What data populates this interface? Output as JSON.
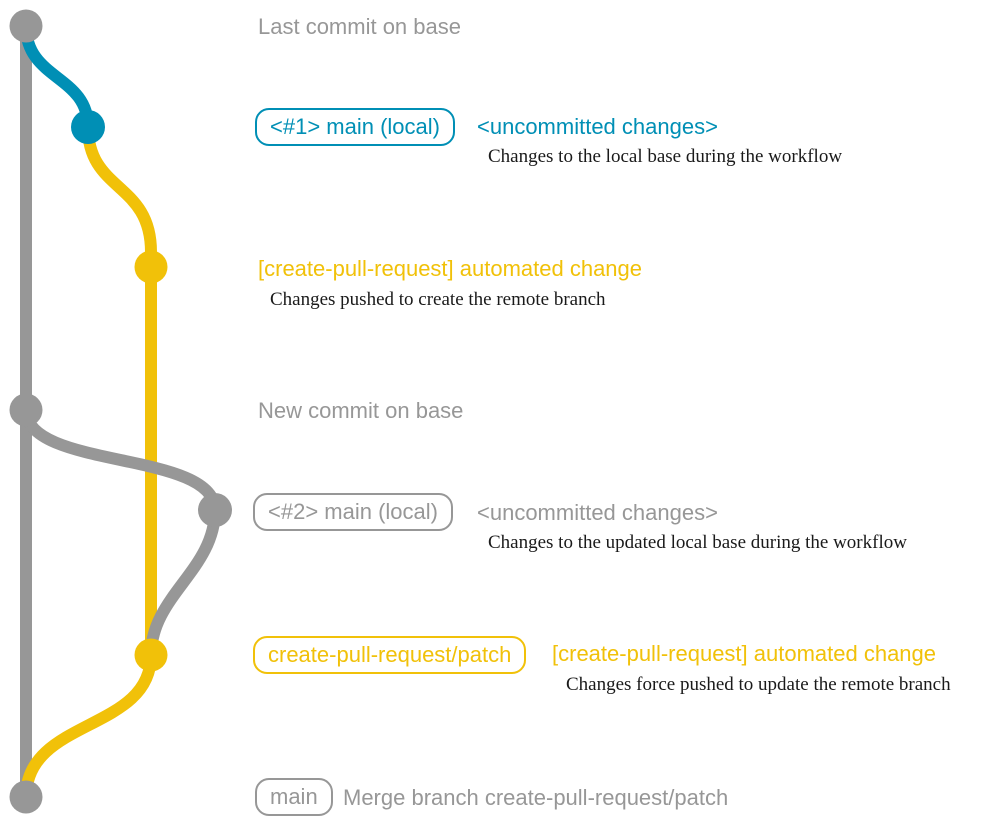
{
  "colors": {
    "gray": "#979797",
    "blue": "#008fb5",
    "yellow": "#f1c109",
    "caption": "#1a1a1a",
    "background": "#ffffff"
  },
  "annotations": {
    "last_commit": "Last commit on base",
    "new_commit": "New commit on base"
  },
  "commit_uncommitted_1": {
    "badge": "<#1> main (local)",
    "message": "<uncommitted changes>",
    "caption": "Changes to the local base during the workflow"
  },
  "commit_automated_1": {
    "message": "[create-pull-request] automated change",
    "caption": "Changes pushed to create the remote branch"
  },
  "commit_uncommitted_2": {
    "badge": "<#2> main (local)",
    "message": "<uncommitted changes>",
    "caption": "Changes to the updated local base during the workflow"
  },
  "commit_automated_2": {
    "badge": "create-pull-request/patch",
    "message": "[create-pull-request] automated change",
    "caption": "Changes force pushed to update the remote branch"
  },
  "commit_merge": {
    "badge": "main",
    "message": "Merge branch create-pull-request/patch"
  }
}
